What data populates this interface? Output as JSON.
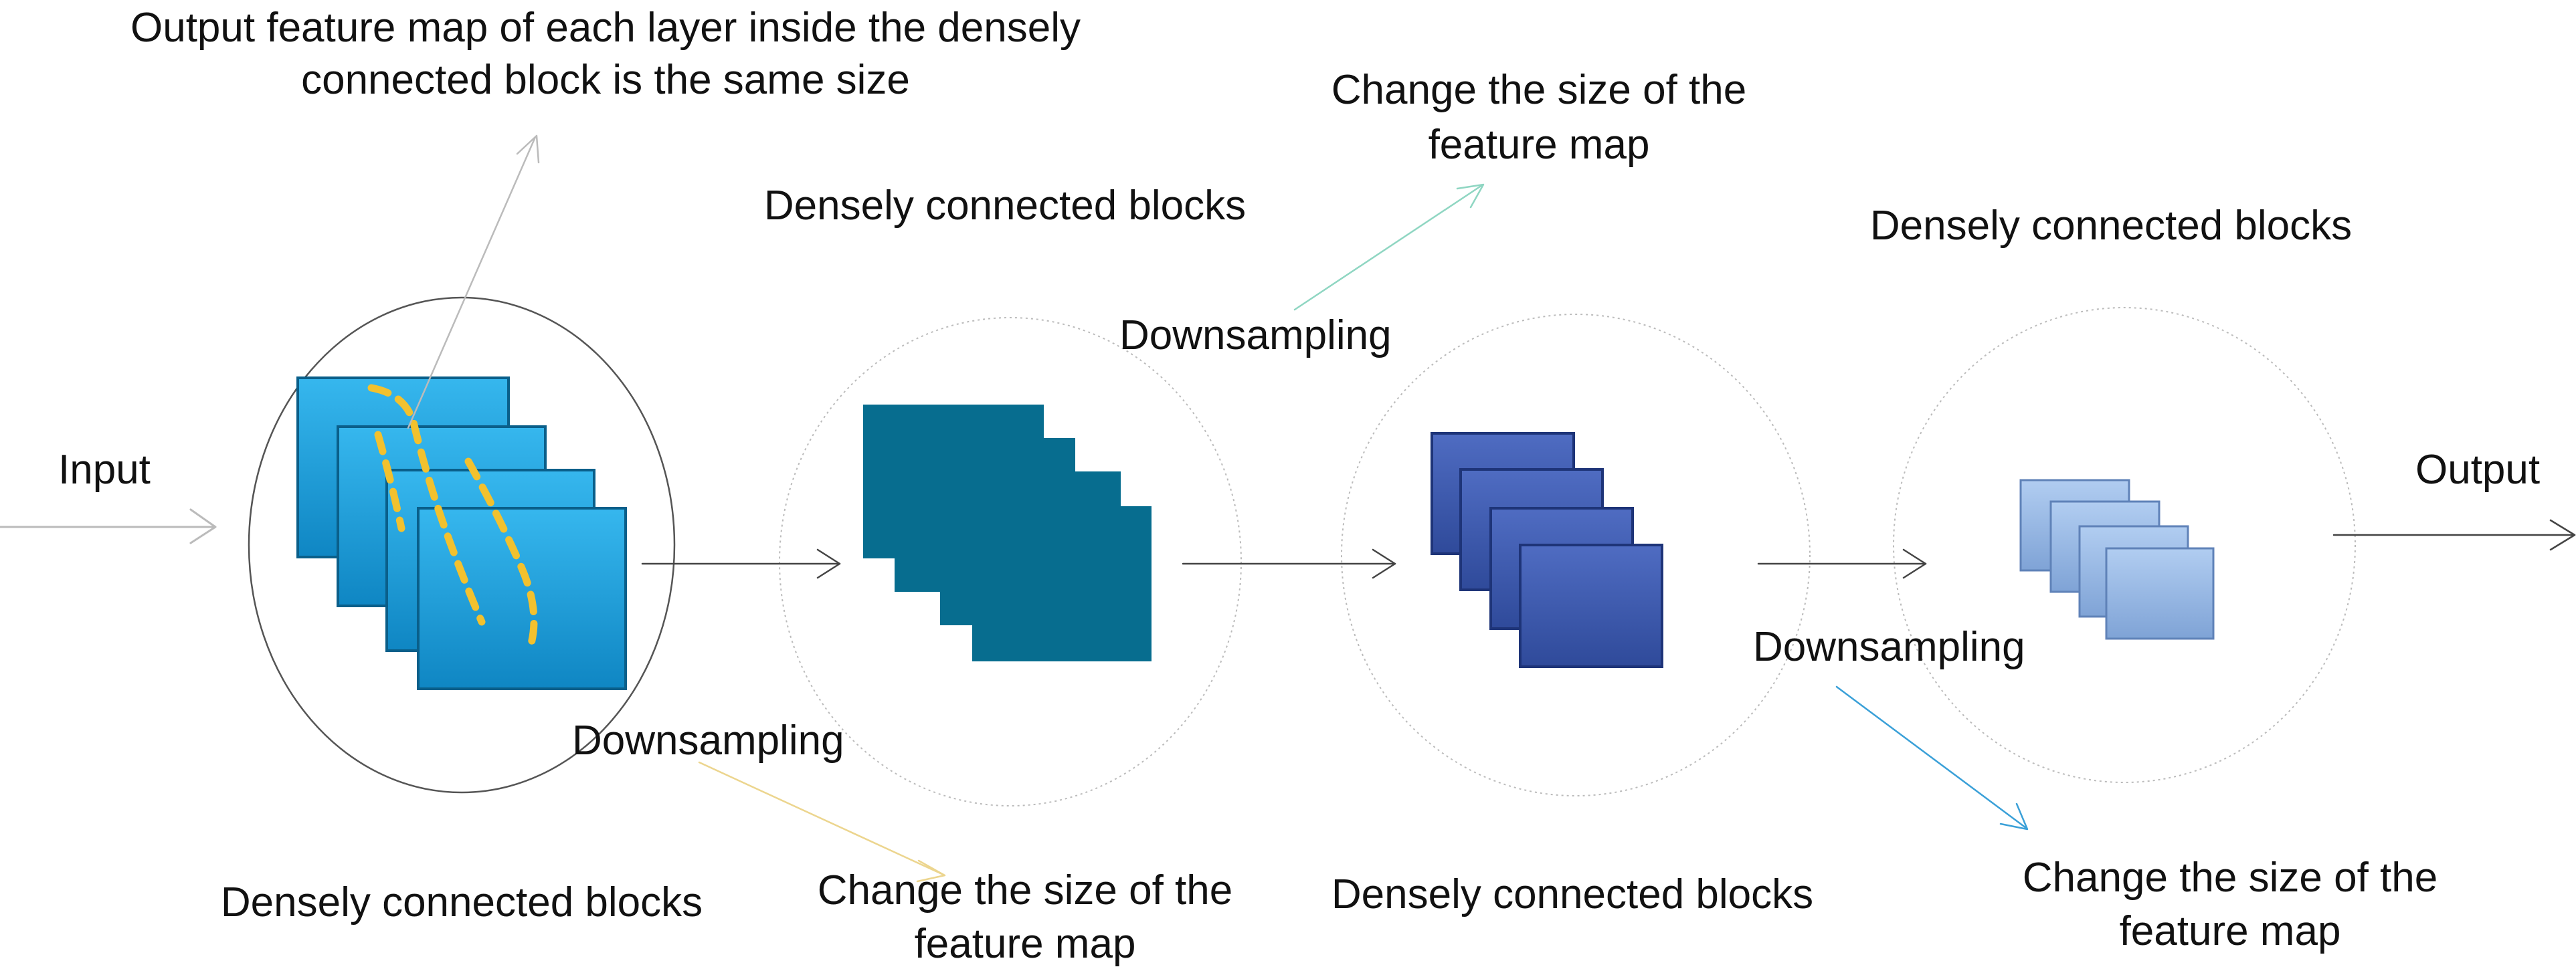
{
  "annotations": {
    "top_note_line1": "Output feature map of each layer inside the densely",
    "top_note_line2": "connected block is the same size",
    "change_size_line1": "Change the size of the",
    "change_size_line2": "feature map",
    "densely_connected_blocks": "Densely connected blocks",
    "downsampling": "Downsampling",
    "input": "Input",
    "output": "Output"
  },
  "colors": {
    "block1_map": "#1a9bd7",
    "block1_scribble": "#f2c12e",
    "block2_map": "#076d8f",
    "block3_map": "#3b58aa",
    "block4_map": "#95b6e4",
    "arrow_gray": "#bbbbbb",
    "arrow_dark": "#444444",
    "arrow_teal": "#8fd6c2",
    "arrow_yellow": "#ecd58e",
    "arrow_blue": "#3aa0d8"
  }
}
